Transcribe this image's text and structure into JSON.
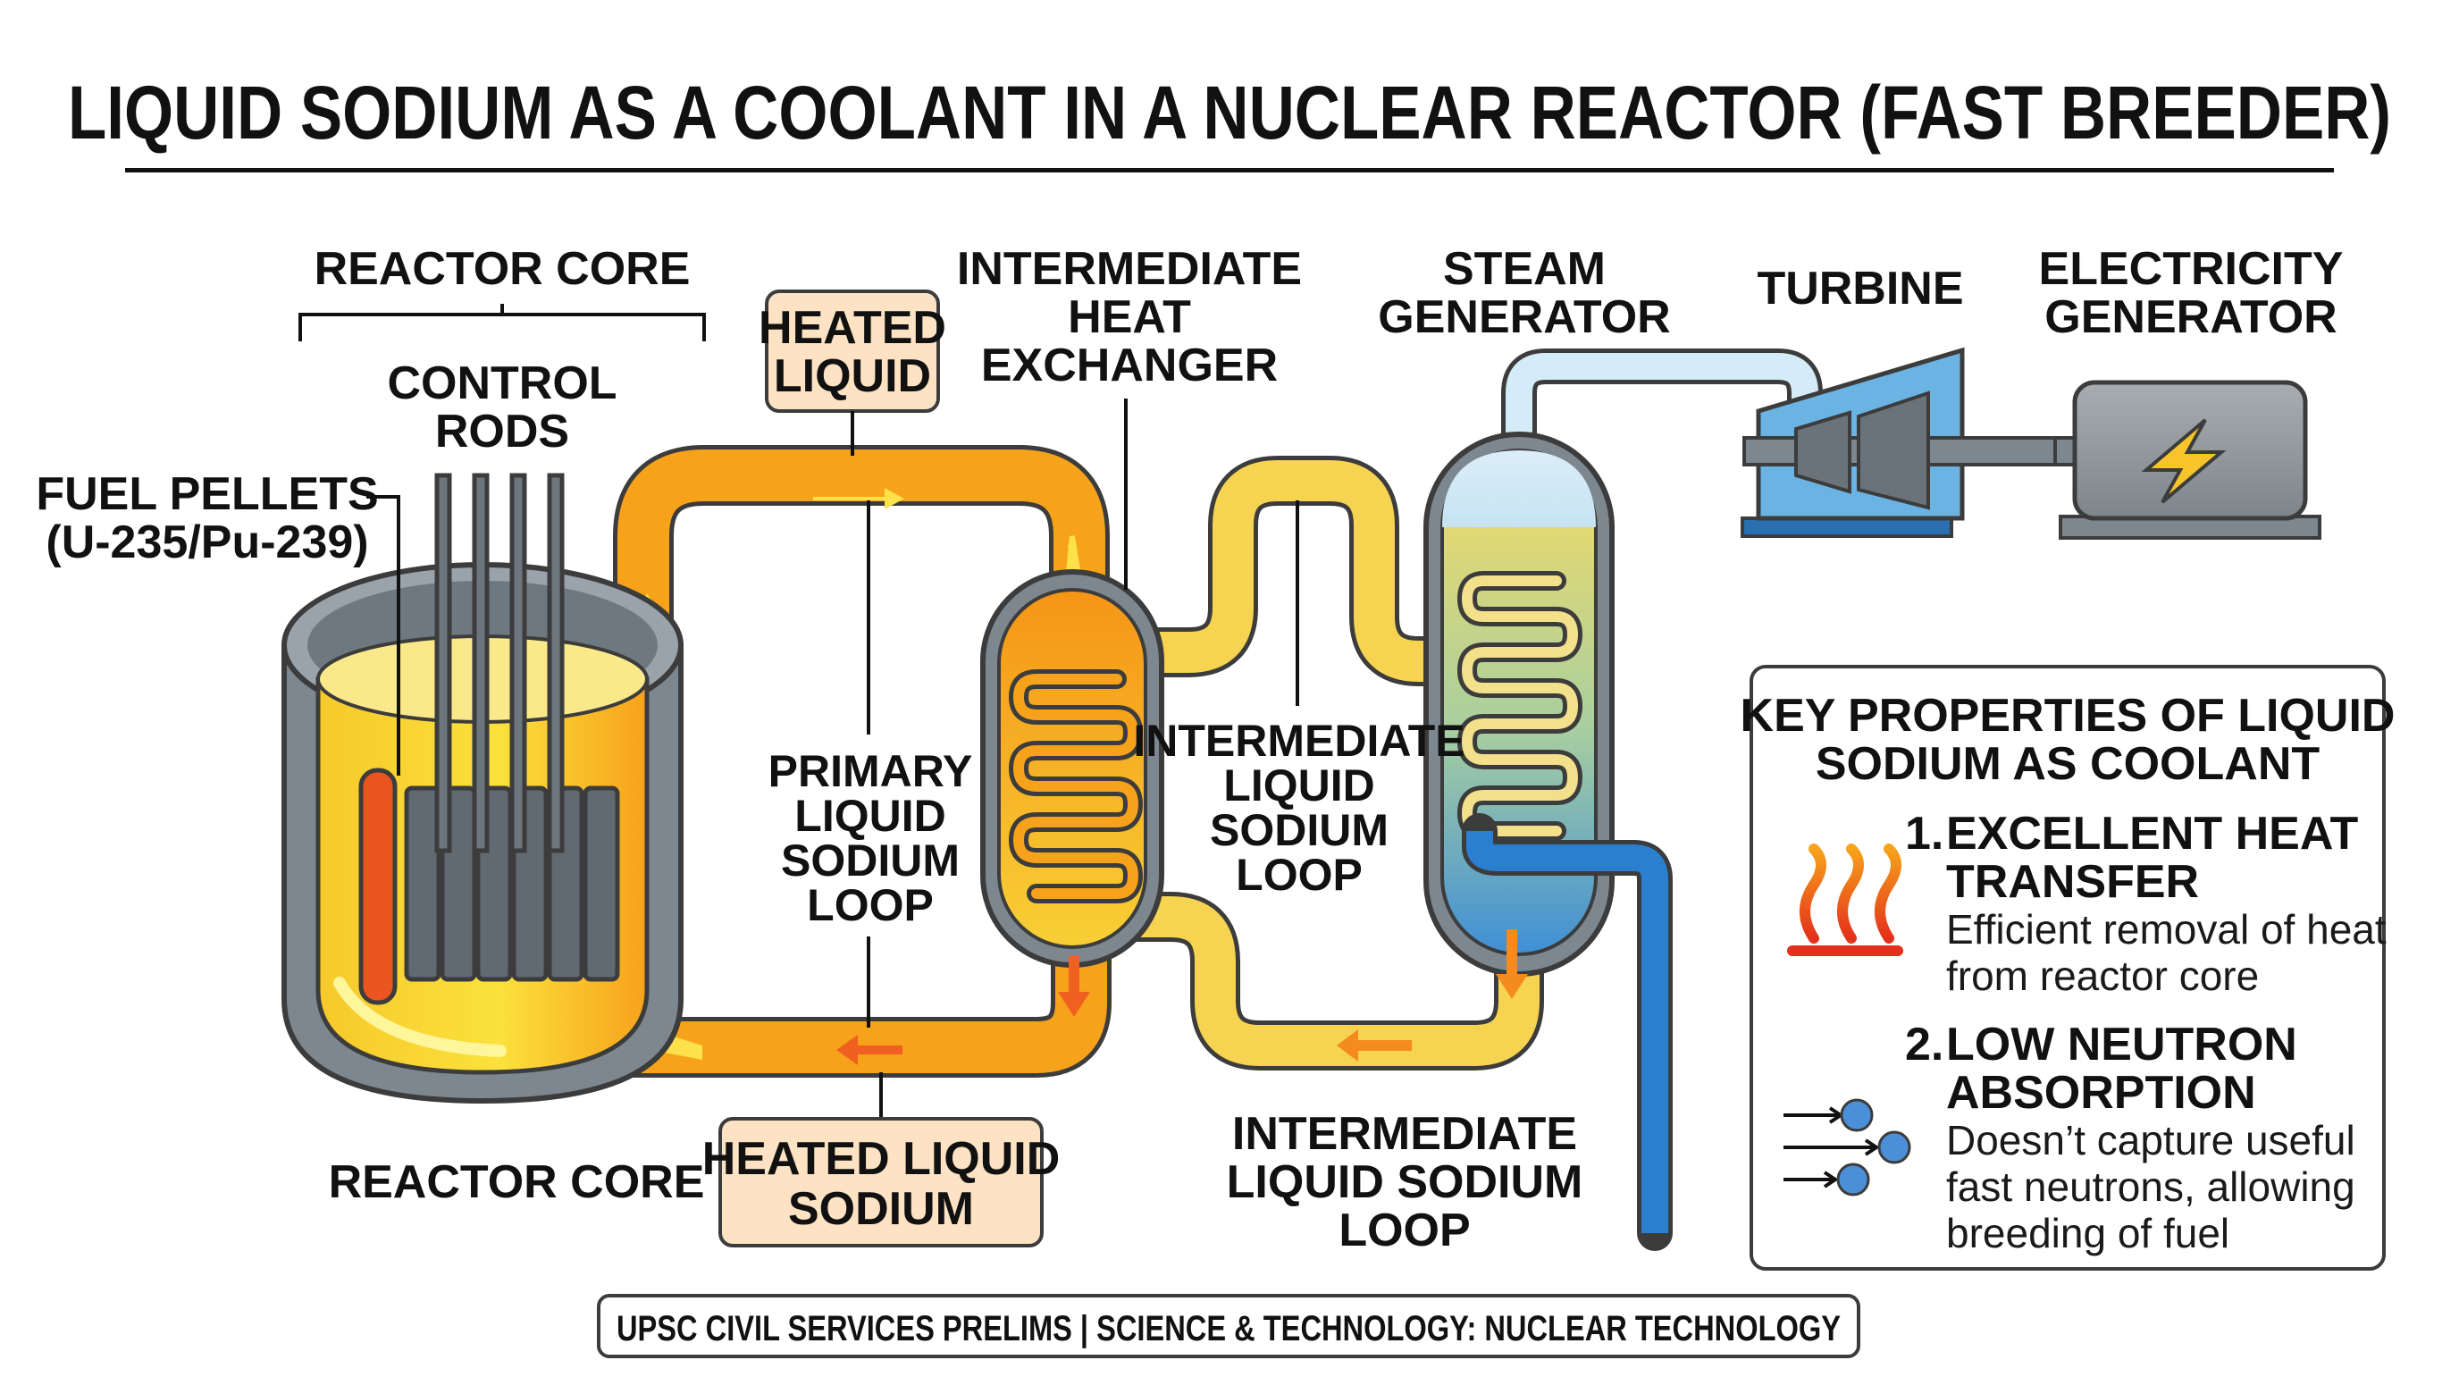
{
  "title": "LIQUID SODIUM AS A COOLANT IN A NUCLEAR REACTOR (FAST BREEDER)",
  "labels": {
    "reactor_core_top": "REACTOR CORE",
    "control_rods": [
      "CONTROL",
      "RODS"
    ],
    "fuel_pellets": [
      "FUEL PELLETS",
      "(U-235/Pu-239)"
    ],
    "heated_liquid_top": [
      "HEATED",
      "LIQUID"
    ],
    "ihx": [
      "INTERMEDIATE",
      "HEAT",
      "EXCHANGER"
    ],
    "steam_generator": [
      "STEAM",
      "GENERATOR"
    ],
    "turbine": "TURBINE",
    "electricity_generator": [
      "ELECTRICITY",
      "GENERATOR"
    ],
    "primary_loop": [
      "PRIMARY",
      "LIQUID",
      "SODIUM",
      "LOOP"
    ],
    "intermediate_loop_mid": [
      "INTERMEDIATE",
      "LIQUID",
      "SODIUM",
      "LOOP"
    ],
    "reactor_core_bottom": "REACTOR CORE",
    "heated_liquid_sodium": [
      "HEATED LIQUID",
      "SODIUM"
    ],
    "intermediate_loop_bottom": [
      "INTERMEDIATE",
      "LIQUID SODIUM",
      "LOOP"
    ]
  },
  "key_properties": {
    "title": [
      "KEY PROPERTIES OF LIQUID",
      "SODIUM AS COOLANT"
    ],
    "items": [
      {
        "number": "1.",
        "heading": [
          "EXCELLENT HEAT",
          "TRANSFER"
        ],
        "text": [
          "Efficient removal of heat",
          "from reactor core"
        ],
        "icon": "heat-waves-icon"
      },
      {
        "number": "2.",
        "heading": [
          "LOW NEUTRON",
          "ABSORPTION"
        ],
        "text": [
          "Doesn’t capture useful",
          "fast neutrons, allowing",
          "breeding of fuel"
        ],
        "icon": "neutron-icon"
      }
    ]
  },
  "footer": "UPSC CIVIL SERVICES PRELIMS | SCIENCE & TECHNOLOGY: NUCLEAR TECHNOLOGY",
  "colors": {
    "primary_sodium": "#f7a21b",
    "intermediate_sodium": "#f6d451",
    "steam": "#d4ecf7",
    "water": "#2a7fd0",
    "vessel": "#7d8790",
    "turbine": "#6bb3e2",
    "generator": "#8f959a",
    "callout": "#fde3c3"
  }
}
